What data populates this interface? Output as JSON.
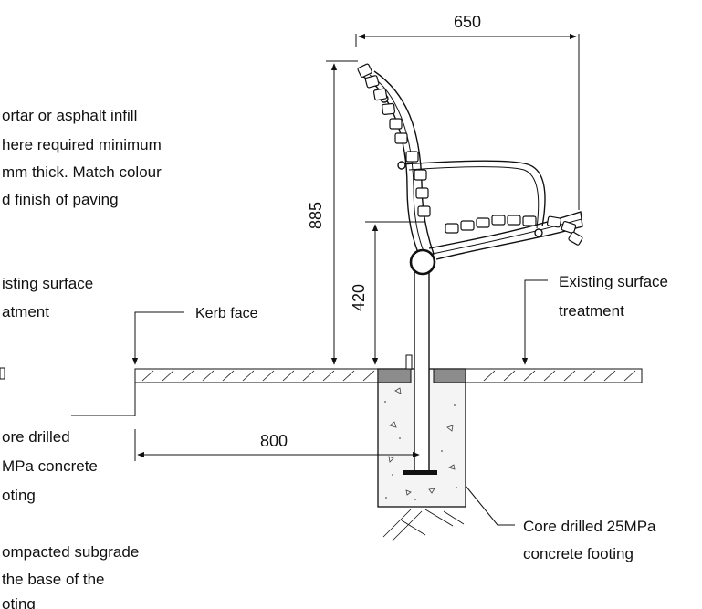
{
  "dimensions": {
    "overall_depth": "650",
    "overall_height": "885",
    "seat_height": "420",
    "kerb_offset": "800"
  },
  "notes_left": {
    "infill": [
      "ortar or asphalt infill",
      "here required minimum",
      "mm thick. Match colour",
      "d finish of paving"
    ],
    "existing_surface": [
      "isting surface",
      "atment"
    ],
    "footing": [
      "ore drilled",
      "MPa concrete",
      "oting"
    ],
    "subgrade": [
      "ompacted subgrade",
      "the base of the",
      "oting"
    ]
  },
  "labels": {
    "kerb_face": "Kerb face",
    "existing_surface_right": [
      "Existing surface",
      "treatment"
    ],
    "footing_right": [
      "Core drilled 25MPa",
      "concrete footing"
    ]
  },
  "colors": {
    "line": "#111111",
    "infill": "#8c8c8c",
    "concrete": "#f4f4f4"
  }
}
